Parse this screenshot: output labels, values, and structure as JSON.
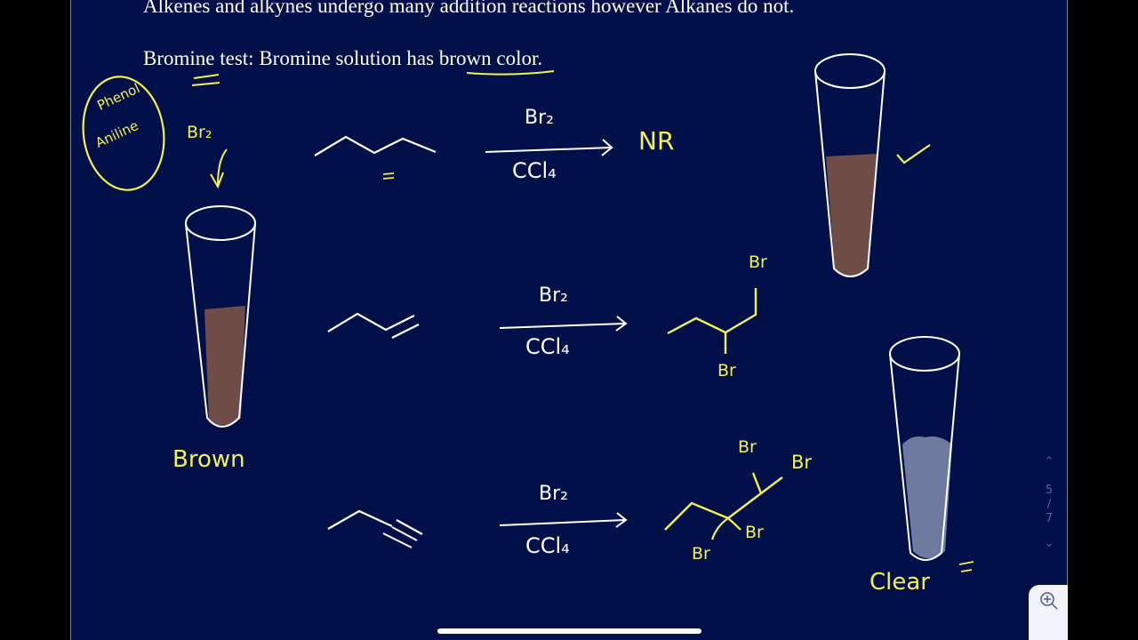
{
  "document": {
    "heading_line": "Alkenes and alkynes undergo many addition reactions however Alkanes do not.",
    "bromine_test_prefix": "Bromine test: Bromine solution has ",
    "bromine_test_highlight": "brown color",
    "bromine_test_suffix": "."
  },
  "annotations": {
    "circled_note": [
      "Phenol",
      "Aniline"
    ],
    "reagent_label": "Br₂",
    "left_tube_label": "Brown",
    "right_tube_label": "Clear",
    "no_reaction": "NR",
    "checkmark": "✓"
  },
  "reactions": [
    {
      "reactant": "alkane",
      "reagent_top": "Br₂",
      "reagent_bottom": "CCl₄",
      "product": "NR"
    },
    {
      "reactant": "alkene",
      "reagent_top": "Br₂",
      "reagent_bottom": "CCl₄",
      "product_labels": [
        "Br",
        "Br"
      ]
    },
    {
      "reactant": "alkyne",
      "reagent_top": "Br₂",
      "reagent_bottom": "CCl₄",
      "product_labels": [
        "Br",
        "Br",
        "Br",
        "Br"
      ]
    }
  ],
  "colors": {
    "page_bg": "#02104a",
    "ink_yellow": "#f4f050",
    "brown_solution": "#6e4c48",
    "clear_solution": "#6f7aa0"
  },
  "pager": {
    "current": "5",
    "separator": "/",
    "total": "7",
    "up_icon": "⌃",
    "down_icon": "⌄"
  },
  "zoom_button": {
    "icon": "zoom-in-icon"
  }
}
